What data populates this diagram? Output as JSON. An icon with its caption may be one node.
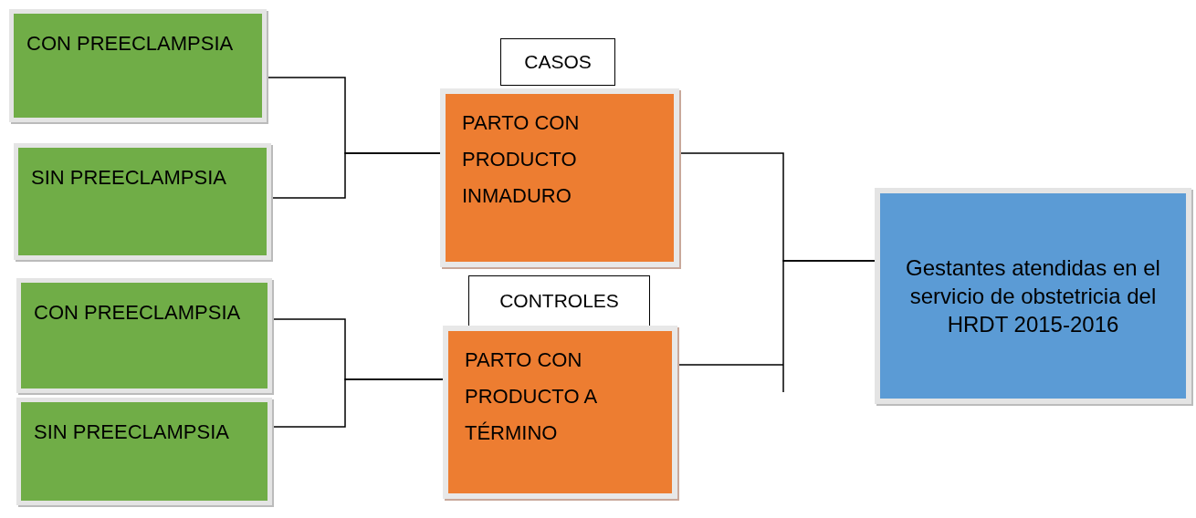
{
  "diagram": {
    "nodes": [
      {
        "text": [
          "CON PREECLAMPSIA"
        ]
      },
      {
        "text": [
          "SIN PREECLAMPSIA"
        ]
      },
      {
        "text": [
          "CON PREECLAMPSIA"
        ]
      },
      {
        "text": [
          "SIN PREECLAMPSIA"
        ]
      },
      {
        "text": [
          "CASOS"
        ]
      },
      {
        "text": [
          "PARTO CON PRODUCTO INMADURO"
        ]
      },
      {
        "text": [
          "CONTROLES"
        ]
      },
      {
        "text": [
          "PARTO CON PRODUCTO A TÉRMINO"
        ]
      },
      {
        "text": [
          "Gestantes atendidas en el servicio de obstetricia del HRDT 2015-2016"
        ]
      }
    ],
    "edges": [
      {
        "from": 0,
        "to": 5,
        "arrow": "none"
      },
      {
        "from": 1,
        "to": 5,
        "arrow": "none"
      },
      {
        "from": 2,
        "to": 7,
        "arrow": "none"
      },
      {
        "from": 3,
        "to": 7,
        "arrow": "none"
      },
      {
        "from": 5,
        "to": 8,
        "arrow": "none"
      },
      {
        "from": 7,
        "to": 8,
        "arrow": "none"
      }
    ]
  }
}
